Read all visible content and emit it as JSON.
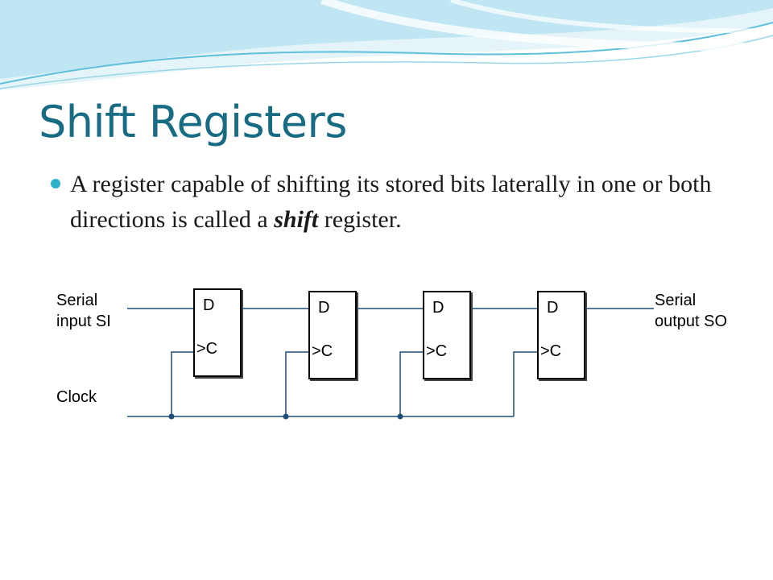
{
  "slide": {
    "title": "Shift Registers",
    "bullet": {
      "text_before": "A register capable of shifting its stored bits laterally in one or both directions is called a ",
      "emphasis": "shift",
      "text_after": " register."
    }
  },
  "diagram": {
    "input_label_line1": "Serial",
    "input_label_line2": "input SI",
    "output_label_line1": "Serial",
    "output_label_line2": "output SO",
    "clock_label": "Clock",
    "flipflops": [
      {
        "d": "D",
        "c": ">C"
      },
      {
        "d": "D",
        "c": ">C"
      },
      {
        "d": "D",
        "c": ">C"
      },
      {
        "d": "D",
        "c": ">C"
      }
    ]
  },
  "colors": {
    "title": "#176b83",
    "bullet": "#2bb3cc",
    "wire": "#1f4e79",
    "wave_light": "#bfe6f2",
    "wave_mid": "#5fc0dc"
  }
}
